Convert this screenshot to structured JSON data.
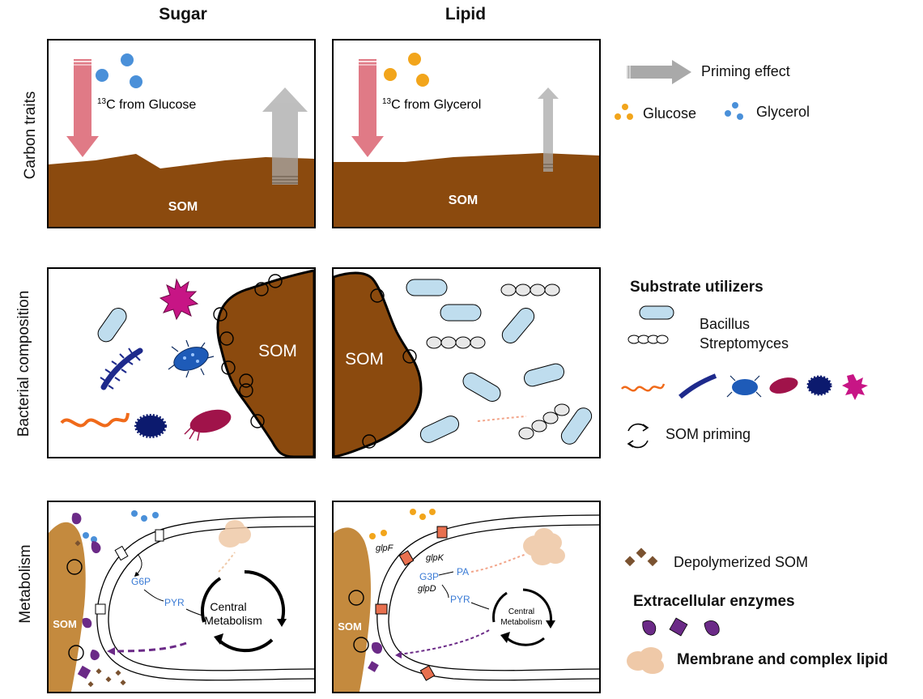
{
  "columns": {
    "sugar": "Sugar",
    "lipid": "Lipid"
  },
  "rows": {
    "carbon": "Carbon traits",
    "bacterial": "Bacterial composition",
    "metabolism": "Metabolism"
  },
  "carbon_panel": {
    "sugar_label_super": "13",
    "sugar_label_text": "C from Glucose",
    "lipid_label_super": "13",
    "lipid_label_text": "C from Glycerol",
    "som": "SOM"
  },
  "bacterial_panel": {
    "som": "SOM"
  },
  "metabolism_panel": {
    "som": "SOM",
    "sugar": {
      "g6p": "G6P",
      "pyr": "PYR",
      "central_line1": "Central",
      "central_line2": "Metabolism"
    },
    "lipid": {
      "glpF": "glpF",
      "glpK": "glpK",
      "g3p": "G3P",
      "glpD": "glpD",
      "pa": "PA",
      "pyr": "PYR",
      "central_line1": "Central",
      "central_line2": "Metabolism"
    }
  },
  "legend": {
    "priming_effect": "Priming effect",
    "glucose": "Glucose",
    "glycerol": "Glycerol",
    "substrate_utilizers": "Substrate utilizers",
    "bacillus": "Bacillus",
    "streptomyces": "Streptomyces",
    "som_priming": "SOM priming",
    "depolymerized_som": "Depolymerized SOM",
    "extracellular_enzymes": "Extracellular enzymes",
    "membrane_lipid": "Membrane and complex lipid"
  },
  "colors": {
    "som_brown": "#8B4A0E",
    "som_tan": "#C48A3E",
    "glucose": "#F2A51B",
    "glycerol": "#4A90D9",
    "red_arrow": "#E07A86",
    "grey_arrow": "#A9A9A9",
    "bacillus_fill": "#BFDDEE",
    "enzyme_purple": "#6B2A87",
    "transporter_orange": "#E8704F",
    "lipid_blob": "#EFC9A8",
    "blue_text": "#3A7BD5"
  }
}
